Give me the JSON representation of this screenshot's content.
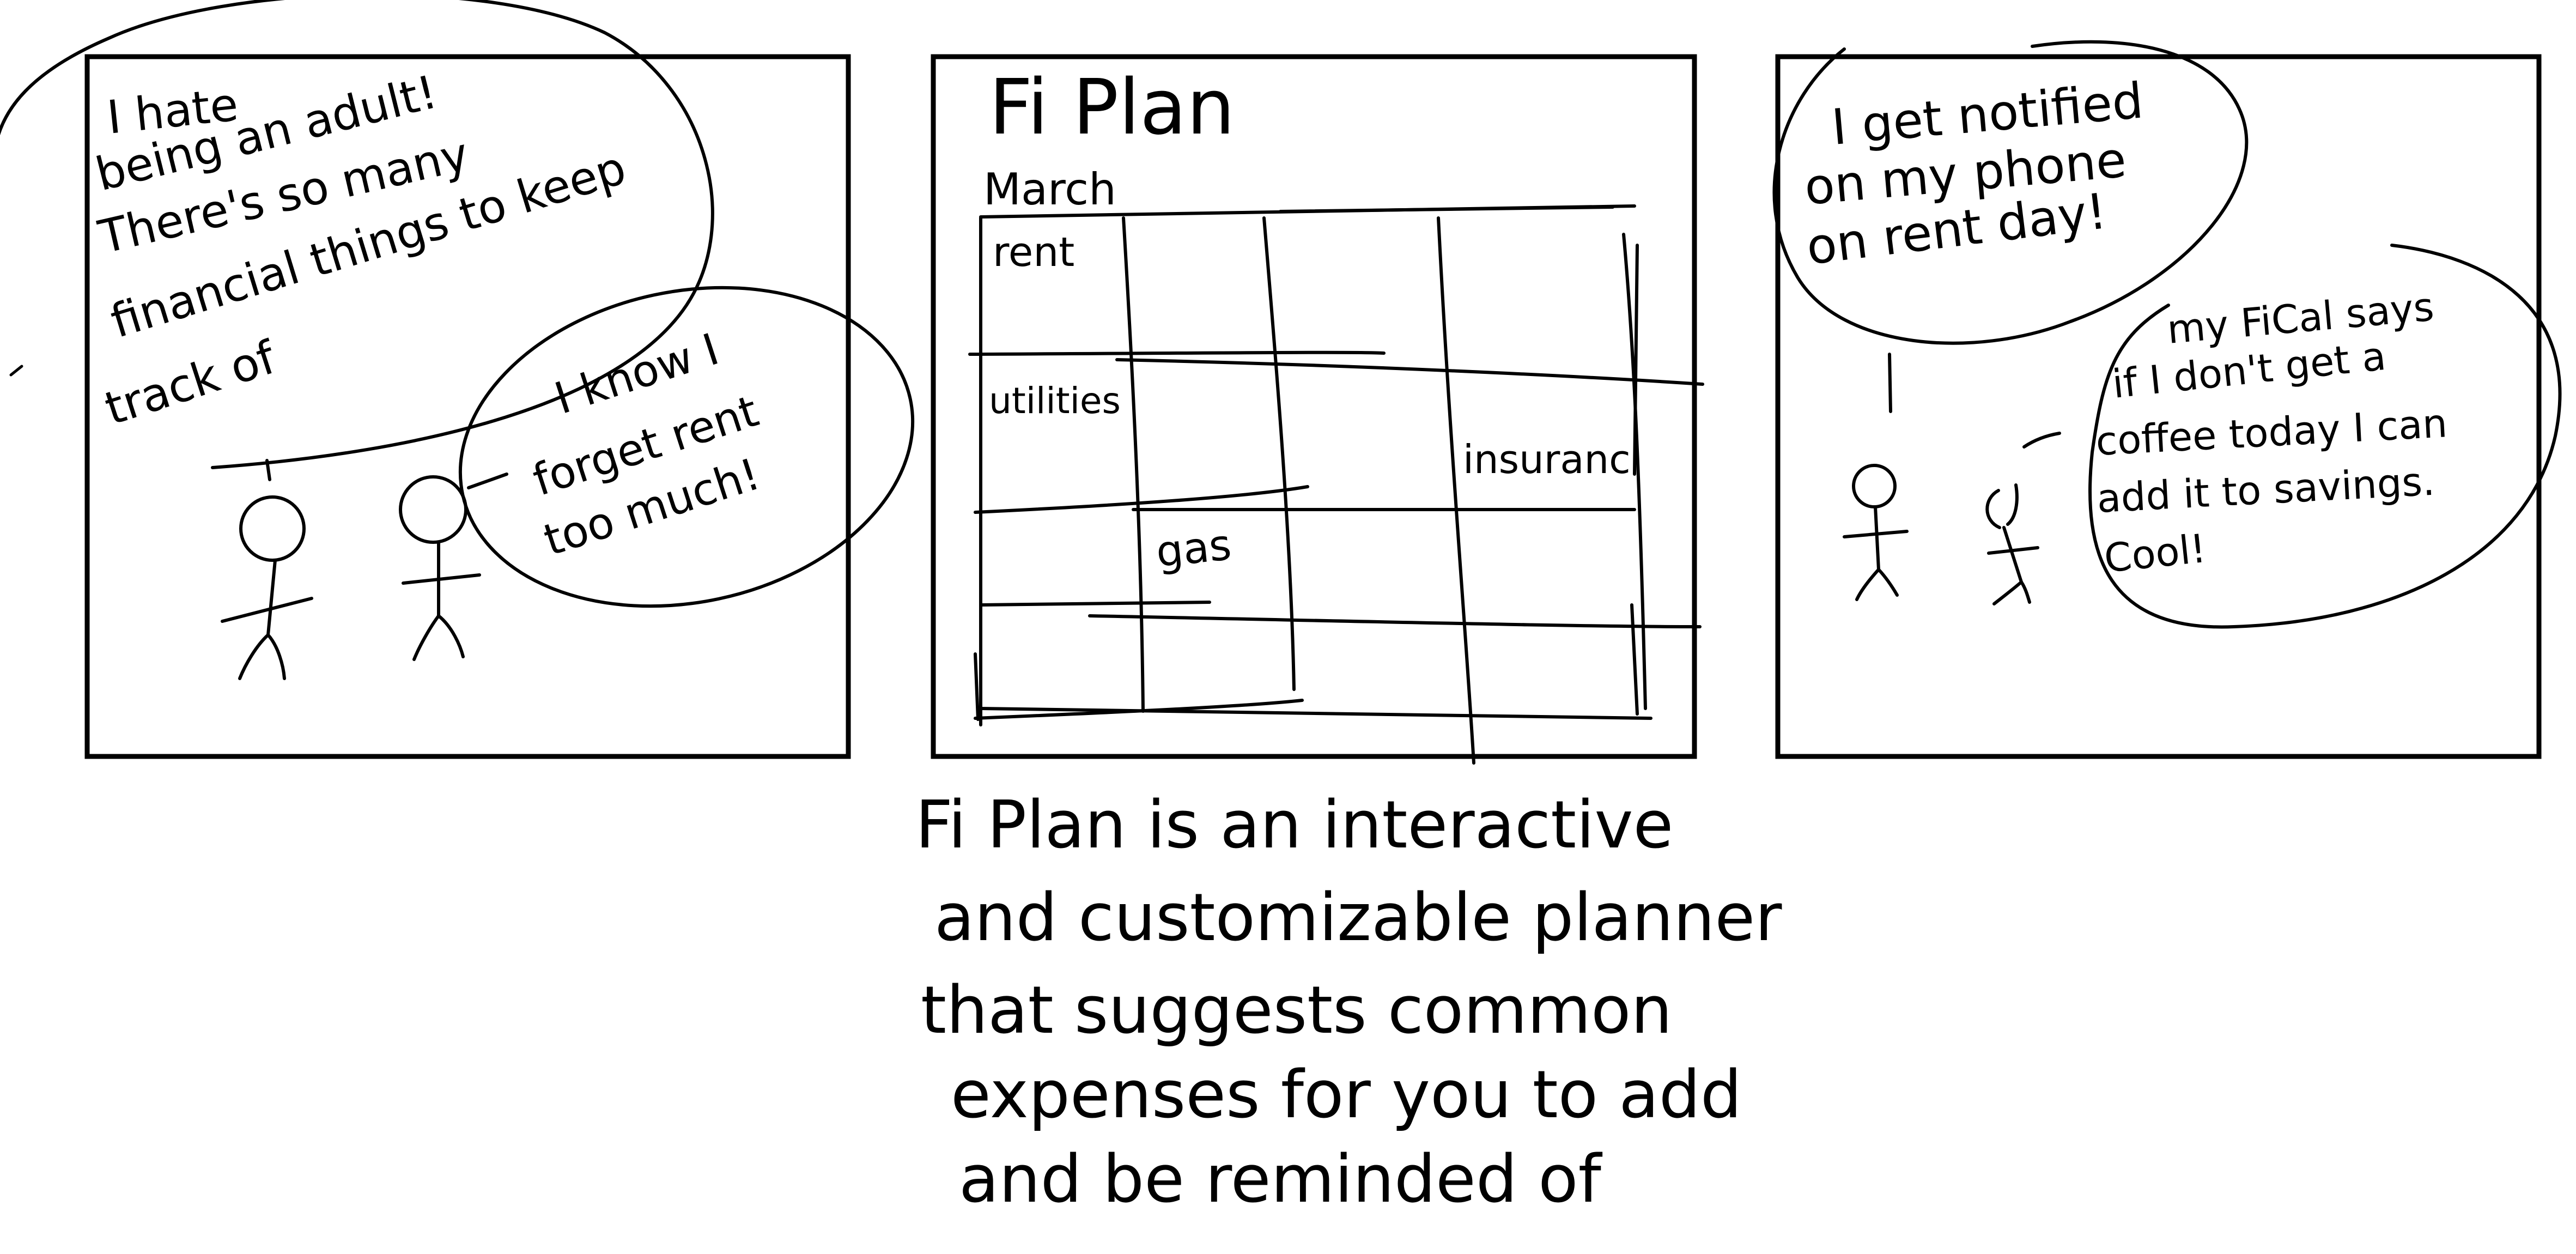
{
  "colors": {
    "ink": "#000000",
    "paper": "#ffffff"
  },
  "panel1": {
    "thought_lines": [
      "I hate",
      "being an adult!",
      "There's so many",
      "financial things to keep",
      "track of"
    ],
    "speech_lines": [
      "I know I",
      "forget rent",
      "too much!"
    ]
  },
  "panel2": {
    "app_title": "Fi Plan",
    "month": "March",
    "cells": {
      "rent": "rent",
      "utilities": "utilities",
      "insurance": "insuranc",
      "gas": "gas"
    }
  },
  "panel3": {
    "thought_lines": [
      "I get notified",
      "on my phone",
      "on rent day!"
    ],
    "speech_lines": [
      "my FiCal says",
      "if I don't get a",
      "coffee today I can",
      "add it to savings.",
      "Cool!"
    ]
  },
  "caption_lines": [
    "Fi Plan is an interactive",
    "and customizable planner",
    "that suggests common",
    "expenses for you to add",
    "and be reminded of"
  ]
}
